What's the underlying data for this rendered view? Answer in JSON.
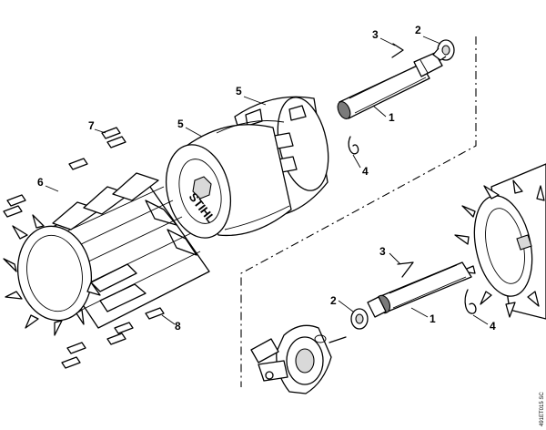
{
  "diagram": {
    "brand_text": "STIHL",
    "reference_code": "491ET015 SC",
    "callouts": {
      "shaft_upper": "1",
      "cap_upper": "2",
      "pin_upper": "3",
      "clip_upper": "4",
      "drum_outer": "5",
      "drum_inner": "5",
      "tine_wheel": "6",
      "blade_upper": "7",
      "blade_lower": "8",
      "shaft_lower": "1",
      "cap_lower": "2",
      "pin_lower": "3",
      "clip_lower": "4"
    },
    "colors": {
      "line": "#000000",
      "background": "#ffffff",
      "shade": "#d9d9d9",
      "dark": "#7a7a7a"
    }
  }
}
